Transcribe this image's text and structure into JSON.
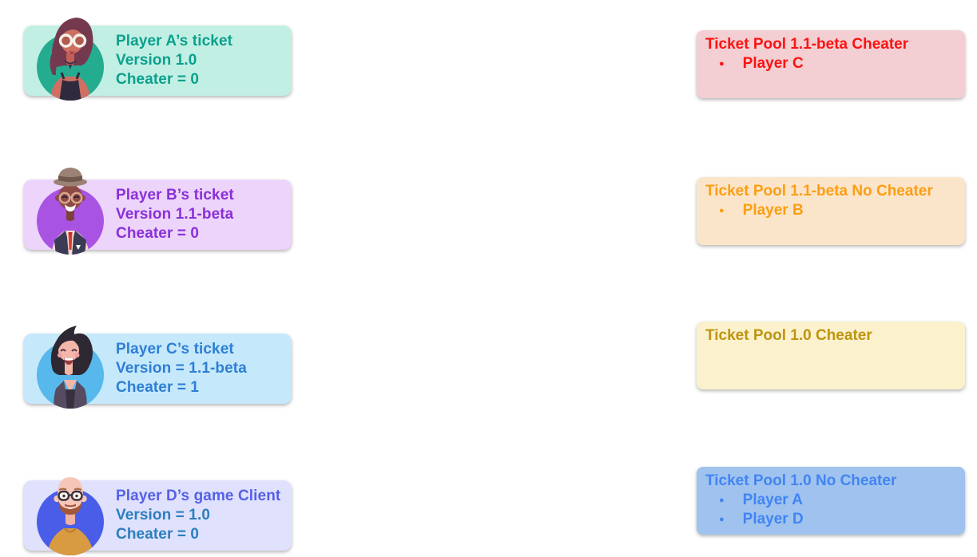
{
  "page": {
    "background": "#ffffff"
  },
  "icons": {
    "bullet": "●"
  },
  "players": [
    {
      "name": "Player A",
      "avatar": "woman-glasses-avatar",
      "title": "Player A’s ticket",
      "lines": [
        "Version 1.0",
        "Cheater = 0"
      ],
      "colors": {
        "card_bg": "#c2efe3",
        "title": "#0aa08e",
        "lines": "#0aa08e",
        "avatar_bg": "#23ac90"
      }
    },
    {
      "name": "Player B",
      "avatar": "man-hat-glasses-avatar",
      "title": "Player B’s ticket",
      "lines": [
        "Version 1.1-beta",
        "Cheater = 0"
      ],
      "colors": {
        "card_bg": "#ecd4fa",
        "title": "#8a2fd9",
        "lines": "#8a2fd9",
        "avatar_bg": "#a953e3"
      }
    },
    {
      "name": "Player C",
      "avatar": "woman-bob-haircut-avatar",
      "title": "Player C’s ticket",
      "lines": [
        "Version = 1.1-beta",
        "Cheater = 1"
      ],
      "colors": {
        "card_bg": "#c5e8fb",
        "title": "#2e7ed5",
        "lines": "#2e7ed5",
        "avatar_bg": "#57b8ec"
      }
    },
    {
      "name": "Player D",
      "avatar": "bald-man-glasses-avatar",
      "title": "Player D’s game Client",
      "lines": [
        "Version = 1.0",
        "Cheater = 0"
      ],
      "colors": {
        "card_bg": "#dfe1fd",
        "title": "#5560e6",
        "lines": "#2b7fbd",
        "avatar_bg": "#4a5de8"
      }
    }
  ],
  "pools": [
    {
      "title": "Ticket Pool 1.1-beta Cheater",
      "members": [
        "Player C"
      ],
      "colors": {
        "bg": "#f3ced2",
        "text": "#fb1312"
      }
    },
    {
      "title": "Ticket Pool 1.1-beta No Cheater",
      "members": [
        "Player B"
      ],
      "colors": {
        "bg": "#fbe5ca",
        "text": "#fb9e13"
      }
    },
    {
      "title": "Ticket Pool 1.0 Cheater",
      "members": [],
      "colors": {
        "bg": "#fbf1cd",
        "text": "#bf9410"
      }
    },
    {
      "title": "Ticket Pool 1.0 No Cheater",
      "members": [
        "Player A",
        "Player D"
      ],
      "colors": {
        "bg": "#9fc3ee",
        "text": "#4284f3"
      }
    }
  ]
}
